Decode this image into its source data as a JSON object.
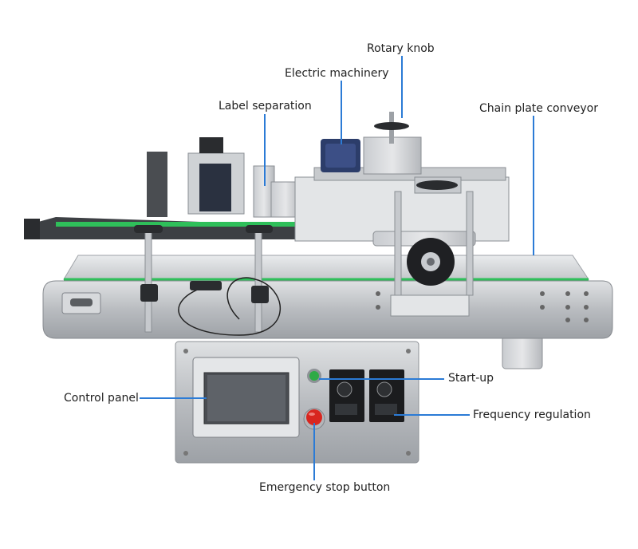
{
  "labels": {
    "rotary_knob": "Rotary knob",
    "electric_machinery": "Electric machinery",
    "label_separation": "Label separation",
    "chain_plate_conveyor": "Chain plate conveyor",
    "control_panel": "Control panel",
    "start_up": "Start-up",
    "frequency_regulation": "Frequency regulation",
    "emergency_stop_button": "Emergency stop button"
  },
  "colors": {
    "leader": "#2b7bd6",
    "steel": "#b9bcc0",
    "belt_green": "#2fbf5a",
    "stop_red": "#d8261f",
    "start_green": "#2faa46"
  }
}
